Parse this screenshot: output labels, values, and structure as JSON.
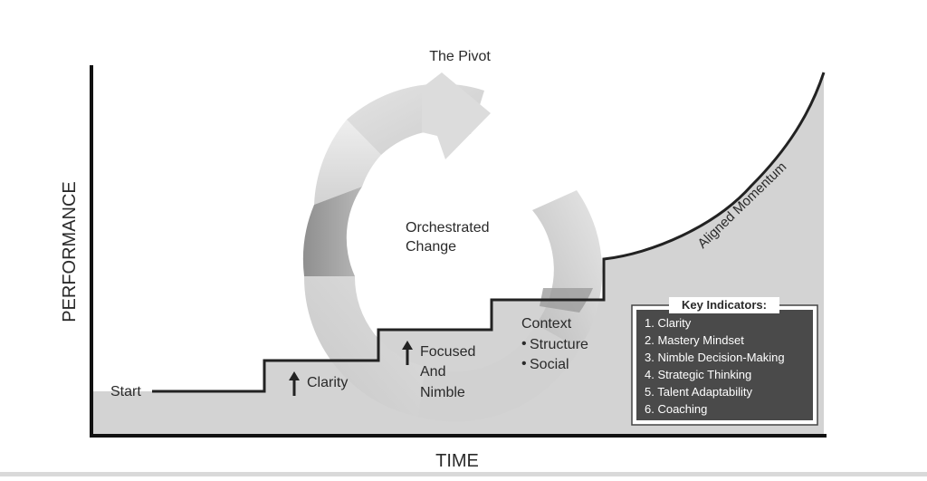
{
  "axes": {
    "y_label": "PERFORMANCE",
    "x_label": "TIME"
  },
  "pivot": {
    "title": "The Pivot",
    "center_line1": "Orchestrated",
    "center_line2": "Change"
  },
  "steps": {
    "start": "Start",
    "clarity": "Clarity",
    "focused_line1": "Focused",
    "focused_line2": "And",
    "focused_line3": "Nimble",
    "context_title": "Context",
    "context_item1": "Structure",
    "context_item2": "Social",
    "bullet": "•"
  },
  "momentum": {
    "label": "Aligned Momentum"
  },
  "key_indicators": {
    "title": "Key Indicators:",
    "items": [
      "1. Clarity",
      "2. Mastery Mindset",
      "3. Nimble Decision-Making",
      "4. Strategic Thinking",
      "5. Talent Adaptability",
      "6. Coaching"
    ]
  },
  "colors": {
    "area_fill": "#d3d3d3",
    "line": "#222222",
    "key_box_fill": "#4a4a4a"
  }
}
